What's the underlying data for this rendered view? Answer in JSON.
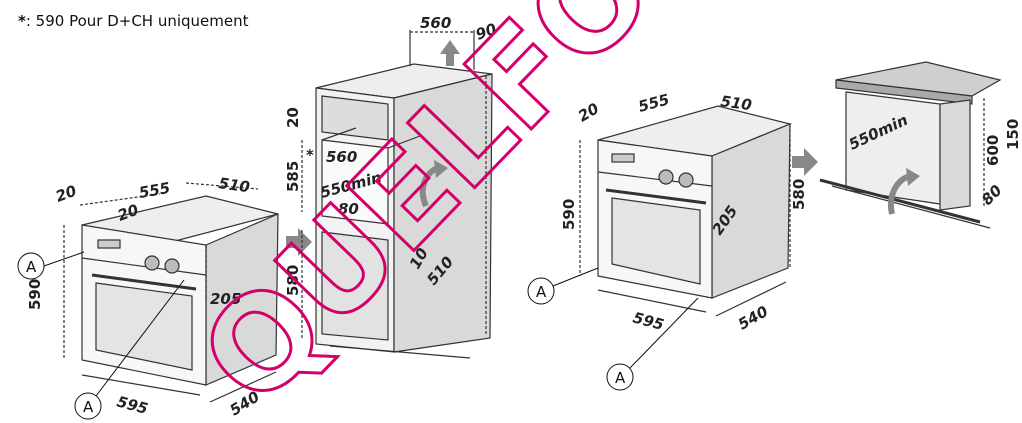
{
  "note": {
    "marker": "*",
    "text": ": 590 Pour D+CH uniquement"
  },
  "callout_label": "A",
  "star": "*",
  "watermark": "QUELFOUR.CO",
  "colors": {
    "line": "#333333",
    "shade": "#d9d9d9",
    "light": "#eeeeee",
    "watermark": "#d4006a"
  },
  "fig1": {
    "d20a": "20",
    "d20b": "20",
    "d555": "555",
    "d510": "510",
    "d590": "590",
    "d205": "205",
    "d595": "595",
    "d540": "540"
  },
  "fig2": {
    "d560top": "560",
    "d90": "90",
    "d20": "20",
    "d585": "585",
    "d560": "560",
    "d550": "550min",
    "d80": "80",
    "d580": "580",
    "d10": "10",
    "d510": "510"
  },
  "fig3": {
    "d20": "20",
    "d555": "555",
    "d510": "510",
    "d590": "590",
    "d205": "205",
    "d580": "580",
    "d595": "595",
    "d540": "540"
  },
  "fig4": {
    "d550": "550min",
    "d600": "600",
    "d150": "150",
    "d80": "80"
  }
}
